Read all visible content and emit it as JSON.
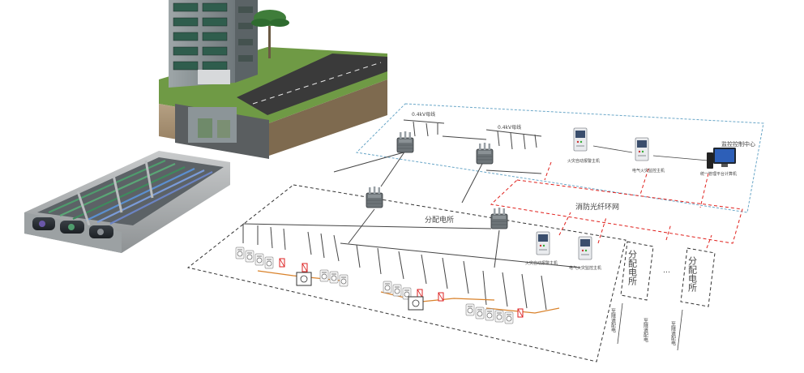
{
  "labels": {
    "bus_left": "0.4kV母线",
    "bus_right": "0.4kV母线",
    "fire_monitor_top": "火灾自动报警主机",
    "elec_fire_top": "电气火灾监控主机",
    "control_center": "监控控制中心",
    "unified_platform": "统一管理平台计算机",
    "fire_network": "消防光纤环网",
    "distribution_room": "分配电所",
    "fire_monitor_mid": "火灾自动报警主机",
    "elec_fire_mid": "电气火灾监控主机",
    "sub_station_1": "分配电所",
    "sub_station_2": "分配电所",
    "cable_1": "至隧道配电",
    "cable_2": "至隧道配电",
    "cable_3": "至隧道配电"
  },
  "colors": {
    "blue_dash": "#6aa7c8",
    "black_dash": "#333333",
    "red_dash": "#e0201c",
    "orange_line": "#d9822b",
    "sky": "#ffffff",
    "grass": "#5f8f3a",
    "soil": "#9c8668",
    "road": "#3b3b3b"
  },
  "icons": {
    "transformer": "transformer-icon",
    "monitor_host": "monitor-host-icon",
    "computer": "computer-icon",
    "breaker": "breaker-icon",
    "meter": "meter-icon"
  }
}
